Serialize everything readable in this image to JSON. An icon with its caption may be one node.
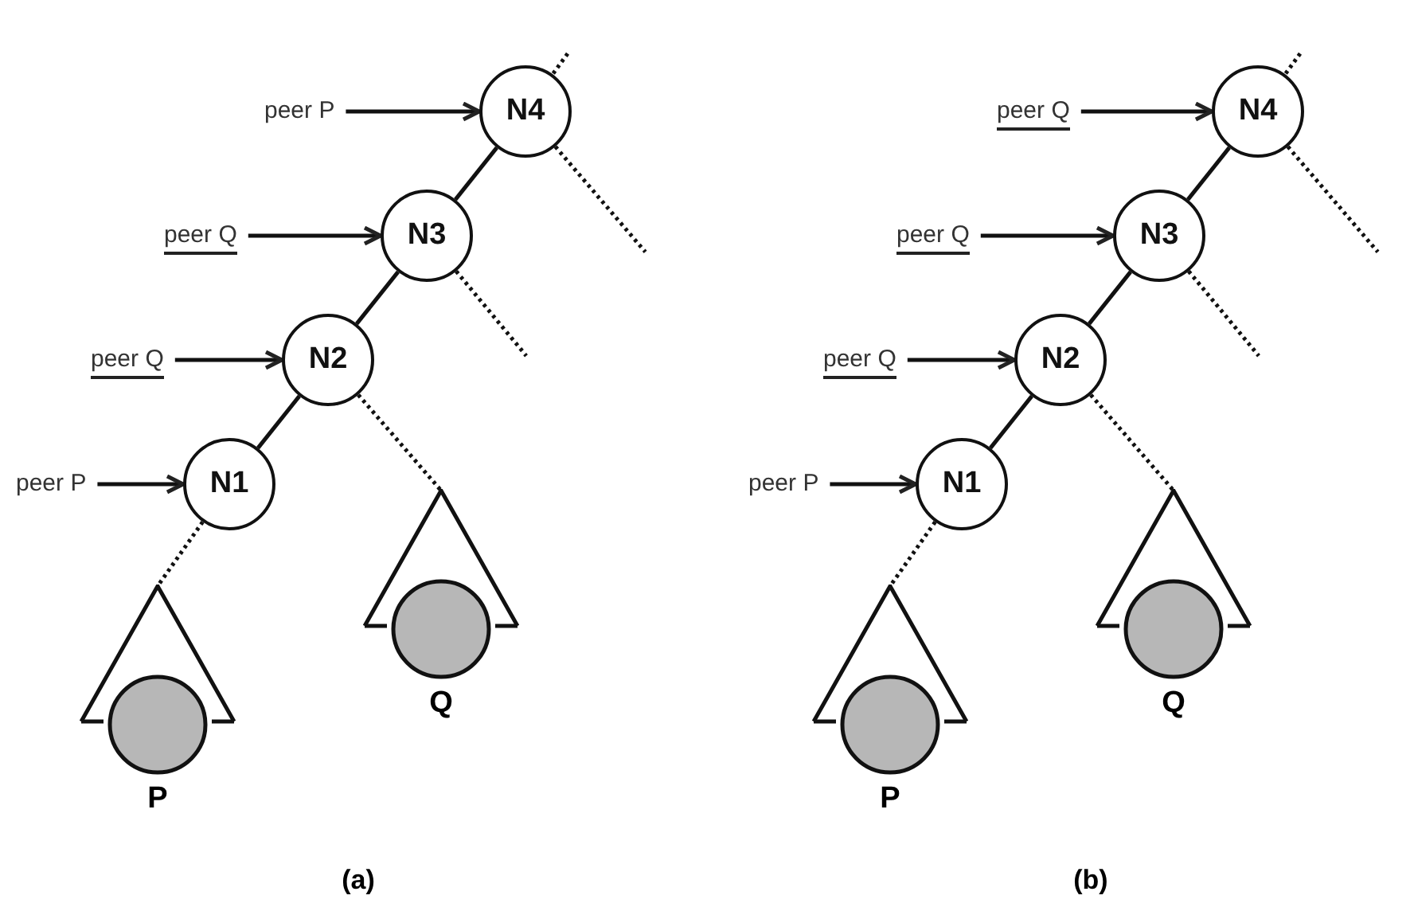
{
  "diagram": {
    "nodes": [
      {
        "text": [
          "peer P"
        ]
      },
      {
        "text": [
          "N4"
        ]
      },
      {
        "text": [
          "peer Q"
        ]
      },
      {
        "text": [
          "N3"
        ]
      },
      {
        "text": [
          "peer Q"
        ]
      },
      {
        "text": [
          "N2"
        ]
      },
      {
        "text": [
          "peer P"
        ]
      },
      {
        "text": [
          "N1"
        ]
      },
      {
        "text": [
          "Q"
        ]
      },
      {
        "text": [
          "P"
        ]
      },
      {
        "text": [
          "peer Q"
        ]
      },
      {
        "text": [
          "N4"
        ]
      },
      {
        "text": [
          "peer Q"
        ]
      },
      {
        "text": [
          "N3"
        ]
      },
      {
        "text": [
          "peer Q"
        ]
      },
      {
        "text": [
          "N2"
        ]
      },
      {
        "text": [
          "peer P"
        ]
      },
      {
        "text": [
          "N1"
        ]
      },
      {
        "text": [
          "Q"
        ]
      },
      {
        "text": [
          "P"
        ]
      }
    ],
    "edges": [
      {
        "from": 0,
        "to": 1,
        "arrow": "to"
      },
      {
        "from": 2,
        "to": 3,
        "arrow": "to"
      },
      {
        "from": 4,
        "to": 5,
        "arrow": "to"
      },
      {
        "from": 6,
        "to": 7,
        "arrow": "to"
      },
      {
        "from": 1,
        "to": 3,
        "arrow": "none"
      },
      {
        "from": 3,
        "to": 5,
        "arrow": "none"
      },
      {
        "from": 5,
        "to": 7,
        "arrow": "none"
      },
      {
        "from": 5,
        "to": 8,
        "arrow": "none",
        "style": "dashed"
      },
      {
        "from": 7,
        "to": 9,
        "arrow": "none",
        "style": "dashed"
      },
      {
        "from": null,
        "to": 1,
        "arrow": "none",
        "style": "dashed"
      },
      {
        "from": 1,
        "to": null,
        "arrow": "none",
        "style": "dashed"
      },
      {
        "from": 3,
        "to": null,
        "arrow": "none",
        "style": "dashed"
      },
      {
        "from": 10,
        "to": 11,
        "arrow": "to"
      },
      {
        "from": 12,
        "to": 13,
        "arrow": "to"
      },
      {
        "from": 14,
        "to": 15,
        "arrow": "to"
      },
      {
        "from": 16,
        "to": 17,
        "arrow": "to"
      },
      {
        "from": 11,
        "to": 13,
        "arrow": "none"
      },
      {
        "from": 13,
        "to": 15,
        "arrow": "none"
      },
      {
        "from": 15,
        "to": 17,
        "arrow": "none"
      },
      {
        "from": 15,
        "to": 18,
        "arrow": "none",
        "style": "dashed"
      },
      {
        "from": 17,
        "to": 19,
        "arrow": "none",
        "style": "dashed"
      },
      {
        "from": null,
        "to": 11,
        "arrow": "none",
        "style": "dashed"
      },
      {
        "from": 11,
        "to": null,
        "arrow": "none",
        "style": "dashed"
      },
      {
        "from": 13,
        "to": null,
        "arrow": "none",
        "style": "dashed"
      }
    ],
    "labels": [
      "(a)",
      "(b)"
    ]
  }
}
